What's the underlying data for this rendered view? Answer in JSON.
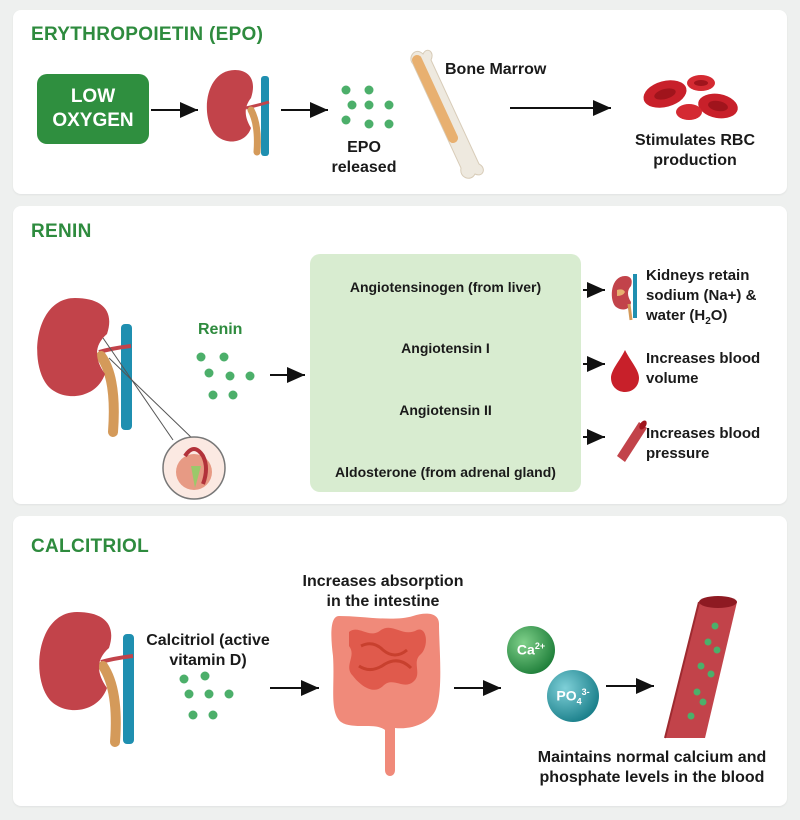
{
  "epo": {
    "title": "ERYTHROPOIETIN (EPO)",
    "low_line1": "LOW",
    "low_line2": "OXYGEN",
    "released_line1": "EPO",
    "released_line2": "released",
    "marrow": "Bone Marrow",
    "rbc_line1": "Stimulates RBC",
    "rbc_line2": "production"
  },
  "renin": {
    "title": "RENIN",
    "label": "Renin",
    "steps": [
      "Angiotensinogen (from liver)",
      "Angiotensin I",
      "Angiotensin II",
      "Aldosterone (from adrenal gland)"
    ],
    "effect1_line1": "Kidneys retain",
    "effect1_line2": "sodium (Na+) &",
    "effect1_line3_pre": "water (H",
    "effect1_line3_sub": "2",
    "effect1_line3_post": "O)",
    "effect2_line1": "Increases blood",
    "effect2_line2": "volume",
    "effect3_line1": "Increases blood",
    "effect3_line2": "pressure"
  },
  "calcitriol": {
    "title": "CALCITRIOL",
    "label_line1": "Calcitriol (active",
    "label_line2": "vitamin D)",
    "absorb_line1": "Increases absorption",
    "absorb_line2": "in the intestine",
    "ca": "Ca",
    "ca_sup": "2+",
    "po": "PO",
    "po_sub": "4",
    "po_sup": "3-",
    "maintain_line1": "Maintains normal calcium and",
    "maintain_line2": "phosphate levels in the blood"
  },
  "colors": {
    "title_green": "#2e8b3e",
    "box_green": "#2f8f3f",
    "flow_green": "#d8ecd0",
    "kidney": "#c2434a",
    "vessel": "#1f8fb0",
    "ureter": "#d49a5a",
    "blood": "#c8202a"
  }
}
